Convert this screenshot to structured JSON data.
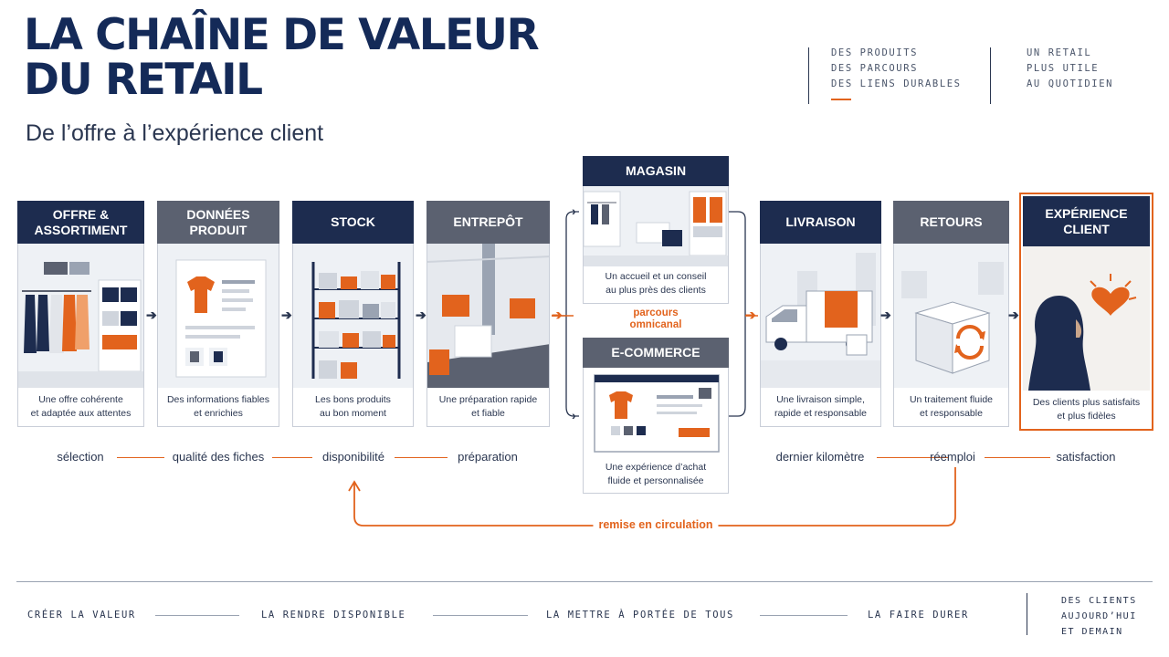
{
  "title": {
    "line1": "LA CHAÎNE DE VALEUR",
    "line2": "DU RETAIL"
  },
  "subtitle": "De l’offre à l’expérience client",
  "taglines": {
    "left": [
      "DES PRODUITS",
      "DES PARCOURS",
      "DES LIENS DURABLES"
    ],
    "right": [
      "UN RETAIL",
      "PLUS UTILE",
      "AU QUOTIDIEN"
    ]
  },
  "cards": {
    "offre": {
      "title": "OFFRE &\nASSORTIMENT",
      "desc": "Une offre cohérente\net adaptée aux attentes"
    },
    "donnees": {
      "title": "DONNÉES\nPRODUIT",
      "desc": "Des informations fiables\net enrichies"
    },
    "stock": {
      "title": "STOCK",
      "desc": "Les bons produits\nau bon moment"
    },
    "entrepot": {
      "title": "ENTREPÔT",
      "desc": "Une préparation rapide\net fiable"
    },
    "magasin": {
      "title": "MAGASIN",
      "desc": "Un accueil et un conseil\nau plus près des clients"
    },
    "ecommerce": {
      "title": "E-COMMERCE",
      "desc": "Une expérience d’achat\nfluide et personnalisée"
    },
    "livraison": {
      "title": "LIVRAISON",
      "desc": "Une livraison simple,\nrapide et responsable"
    },
    "retours": {
      "title": "RETOURS",
      "desc": "Un traitement fluide\net responsable"
    },
    "experience": {
      "title": "EXPÉRIENCE\nCLIENT",
      "desc": "Des clients plus satisfaits\net plus fidèles"
    }
  },
  "omnichannel_label": "parcours\nomnicanal",
  "stage_labels": {
    "selection": "sélection",
    "qualite": "qualité des fiches",
    "disponibilite": "disponibilité",
    "preparation": "préparation",
    "dernier": "dernier kilomètre",
    "reemploi": "réemploi",
    "satisfaction": "satisfaction"
  },
  "loop_label": "remise en circulation",
  "footer": {
    "items": [
      "CRÉER LA VALEUR",
      "LA RENDRE DISPONIBLE",
      "LA METTRE À PORTÉE DE TOUS",
      "LA FAIRE DURER"
    ],
    "right": [
      "DES CLIENTS",
      "AUJOURD’HUI",
      "ET DEMAIN"
    ]
  },
  "colors": {
    "navy": "#1d2c4f",
    "grey": "#5b6170",
    "accent": "#e2631d"
  }
}
